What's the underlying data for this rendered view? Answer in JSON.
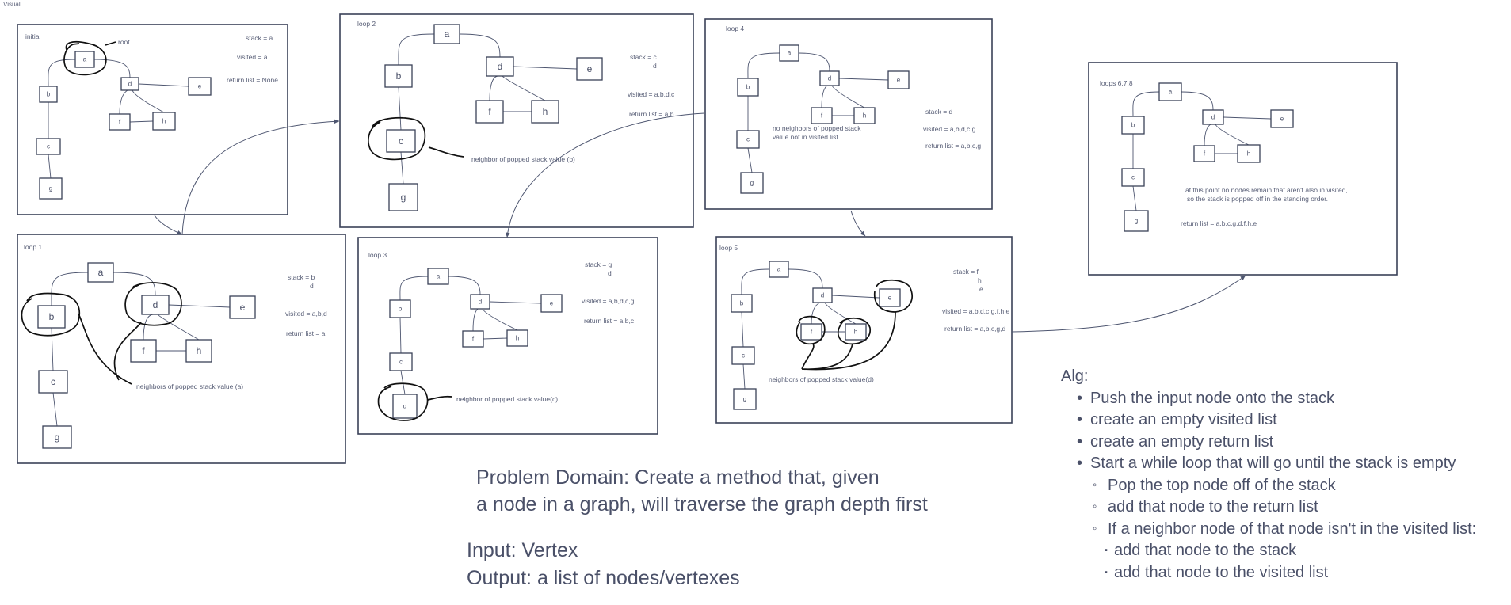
{
  "board_label": "Visual",
  "frames": [
    {
      "title": "initial",
      "notes": [
        "stack = a",
        "visited = a",
        "return list = None"
      ],
      "root_label": "root",
      "callout": ""
    },
    {
      "title": "loop 1",
      "notes": [
        "stack = b",
        "d",
        "visited = a,b,d",
        "return list = a"
      ],
      "callout": "neighbors of popped stack value (a)"
    },
    {
      "title": "loop 2",
      "notes": [
        "stack = c",
        "d",
        "visited = a,b,d,c",
        "return list = a,b"
      ],
      "callout": "neighbor of popped stack value (b)"
    },
    {
      "title": "loop 3",
      "notes": [
        "stack = g",
        "d",
        "visited = a,b,d,c,g",
        "return list = a,b,c"
      ],
      "callout": "neighbor of popped stack value(c)"
    },
    {
      "title": "loop 4",
      "notes": [
        "stack = d",
        "visited = a,b,d,c,g",
        "return list = a,b,c,g"
      ],
      "callout_lines": [
        "no neighbors of popped stack",
        "value not in visited list"
      ]
    },
    {
      "title": "loop 5",
      "notes": [
        "stack = f",
        "h",
        "e",
        "visited = a,b,d,c,g,f,h,e",
        "return list = a,b,c,g,d"
      ],
      "callout": "neighbors of popped stack value(d)"
    },
    {
      "title": "loops 6,7,8",
      "notes": [
        "at this point no nodes remain that aren't also in visited,",
        "so the stack is popped off in the standing order.",
        "return list = a,b,c,g,d,f,h,e"
      ]
    }
  ],
  "node_labels": [
    "a",
    "b",
    "c",
    "d",
    "e",
    "f",
    "g",
    "h"
  ],
  "problem": {
    "line1": "Problem Domain: Create a method that, given",
    "line2": "a node in a graph, will traverse the graph depth first"
  },
  "io": {
    "input": "Input: Vertex",
    "output": "Output: a list of nodes/vertexes"
  },
  "alg": {
    "title": "Alg:",
    "steps": [
      "Push the input node onto the stack",
      "create an empty visited list",
      "create an empty return list",
      "Start a while loop that will go until the stack is empty"
    ],
    "substeps": [
      "Pop the top node off of the stack",
      "add that node to the return list",
      "If a neighbor node of that node isn't in the visited list:"
    ],
    "subsubsteps": [
      "add that node to the stack",
      "add that node to the visited list"
    ]
  },
  "colors": {
    "frame": "#3a4158",
    "text": "#4a5068",
    "ink": "#111111"
  }
}
